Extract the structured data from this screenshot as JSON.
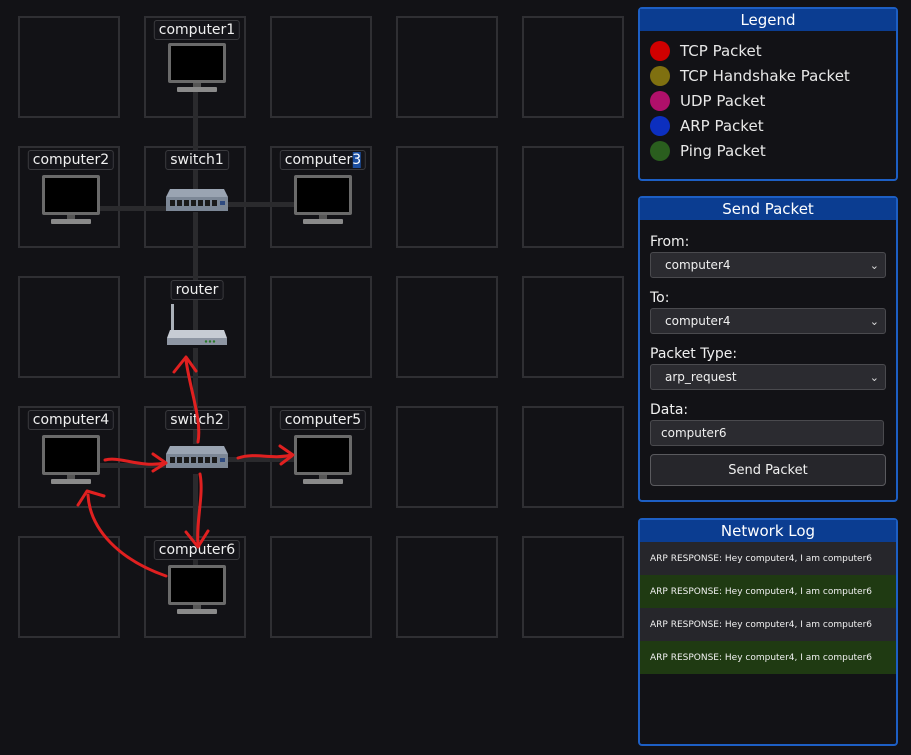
{
  "devices": {
    "computer1": "computer1",
    "computer2": "computer2",
    "switch1": "switch1",
    "computer3_prefix": "computer",
    "computer3_suffix": "3",
    "router": "router",
    "computer4": "computer4",
    "switch2": "switch2",
    "computer5": "computer5",
    "computer6": "computer6"
  },
  "legend": {
    "title": "Legend",
    "items": [
      {
        "label": "TCP Packet",
        "color": "#d00000"
      },
      {
        "label": "TCP Handshake Packet",
        "color": "#7f7010"
      },
      {
        "label": "UDP Packet",
        "color": "#b0106a"
      },
      {
        "label": "ARP Packet",
        "color": "#0c2fbf"
      },
      {
        "label": "Ping Packet",
        "color": "#2a5e1e"
      }
    ]
  },
  "send_packet": {
    "title": "Send Packet",
    "from_label": "From:",
    "from_value": "computer4",
    "to_label": "To:",
    "to_value": "computer4",
    "type_label": "Packet Type:",
    "type_value": "arp_request",
    "data_label": "Data:",
    "data_value": "computer6",
    "button_label": "Send Packet"
  },
  "network_log": {
    "title": "Network Log",
    "entries": [
      {
        "text": "ARP RESPONSE: Hey computer4, I am computer6",
        "color": "#26262b"
      },
      {
        "text": "ARP RESPONSE: Hey computer4, I am computer6",
        "color": "#1f3a12"
      },
      {
        "text": "ARP RESPONSE: Hey computer4, I am computer6",
        "color": "#26262b"
      },
      {
        "text": "ARP RESPONSE: Hey computer4, I am computer6",
        "color": "#1f3a12"
      }
    ]
  },
  "colors": {
    "accent": "#1d5fc4",
    "panel_header": "#0b3d91",
    "annotation_arrow": "#e02020"
  }
}
